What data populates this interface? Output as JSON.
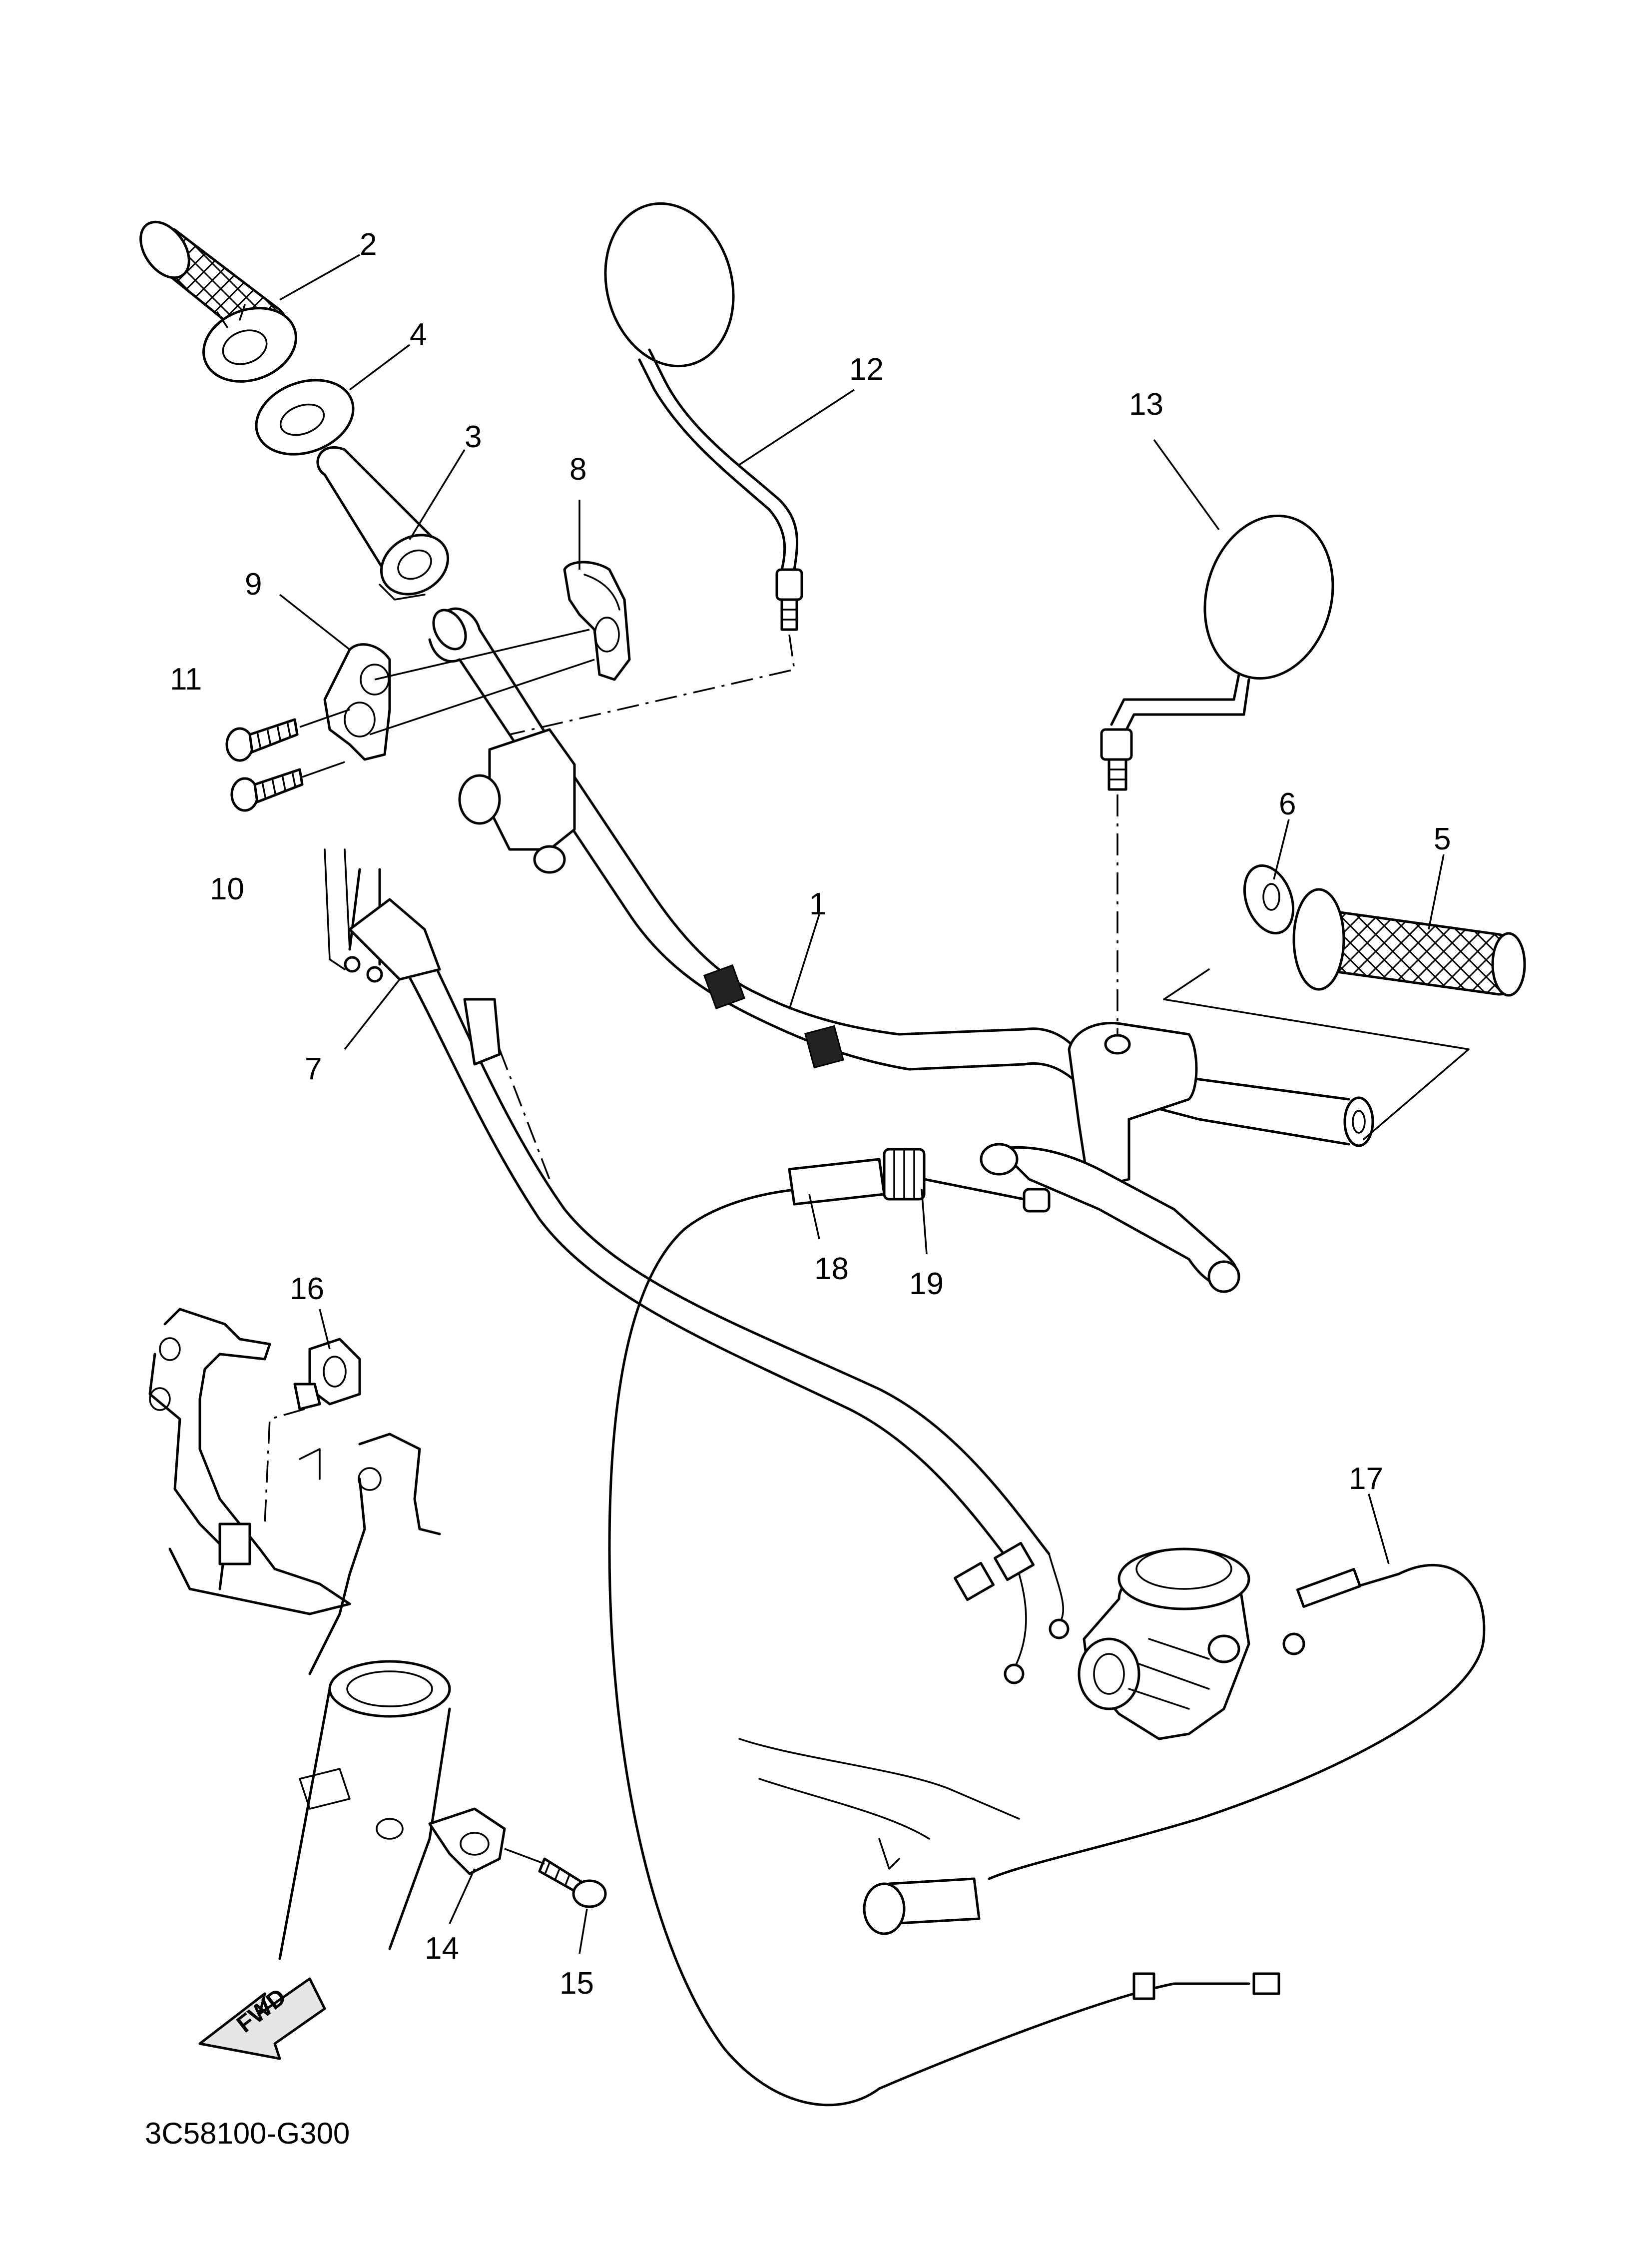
{
  "diagram_code": "3C58100-G300",
  "direction_label": "FWD",
  "callouts": [
    {
      "id": "c1",
      "text": "1"
    },
    {
      "id": "c2",
      "text": "2"
    },
    {
      "id": "c3",
      "text": "3"
    },
    {
      "id": "c4",
      "text": "4"
    },
    {
      "id": "c5",
      "text": "5"
    },
    {
      "id": "c6",
      "text": "6"
    },
    {
      "id": "c7",
      "text": "7"
    },
    {
      "id": "c8",
      "text": "8"
    },
    {
      "id": "c9",
      "text": "9"
    },
    {
      "id": "c10",
      "text": "10"
    },
    {
      "id": "c11",
      "text": "11"
    },
    {
      "id": "c12",
      "text": "12"
    },
    {
      "id": "c13",
      "text": "13"
    },
    {
      "id": "c14",
      "text": "14"
    },
    {
      "id": "c15",
      "text": "15"
    },
    {
      "id": "c16",
      "text": "16"
    },
    {
      "id": "c17",
      "text": "17"
    },
    {
      "id": "c18",
      "text": "18"
    },
    {
      "id": "c19",
      "text": "19"
    }
  ]
}
